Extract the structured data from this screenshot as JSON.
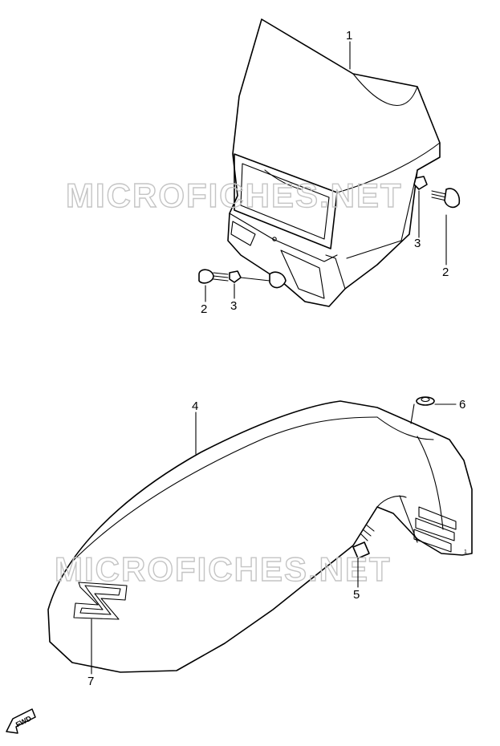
{
  "watermark": "MICROFICHES.NET",
  "callouts": [
    "1",
    "2",
    "3",
    "3",
    "2",
    "4",
    "6",
    "5",
    "7"
  ],
  "direction_badge": "FWD",
  "colors": {
    "line": "#000000",
    "watermark": "#c4c4c4",
    "background": "#ffffff"
  }
}
